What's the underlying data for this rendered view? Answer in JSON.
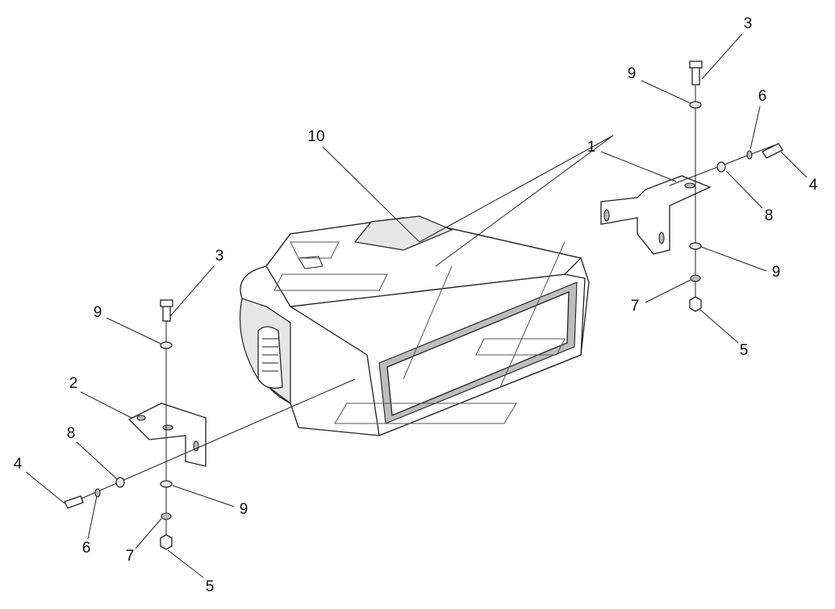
{
  "callouts": [
    {
      "id": "c1",
      "text": "3"
    },
    {
      "id": "c2",
      "text": "9"
    },
    {
      "id": "c3",
      "text": "6"
    },
    {
      "id": "c4",
      "text": "4"
    },
    {
      "id": "c5",
      "text": "1"
    },
    {
      "id": "c6",
      "text": "10"
    },
    {
      "id": "c7",
      "text": "8"
    },
    {
      "id": "c8",
      "text": "9"
    },
    {
      "id": "c9",
      "text": "7"
    },
    {
      "id": "c10",
      "text": "5"
    },
    {
      "id": "c11",
      "text": "3"
    },
    {
      "id": "c12",
      "text": "9"
    },
    {
      "id": "c13",
      "text": "2"
    },
    {
      "id": "c14",
      "text": "8"
    },
    {
      "id": "c15",
      "text": "4"
    },
    {
      "id": "c16",
      "text": "6"
    },
    {
      "id": "c17",
      "text": "7"
    },
    {
      "id": "c18",
      "text": "9"
    },
    {
      "id": "c19",
      "text": "5"
    }
  ]
}
